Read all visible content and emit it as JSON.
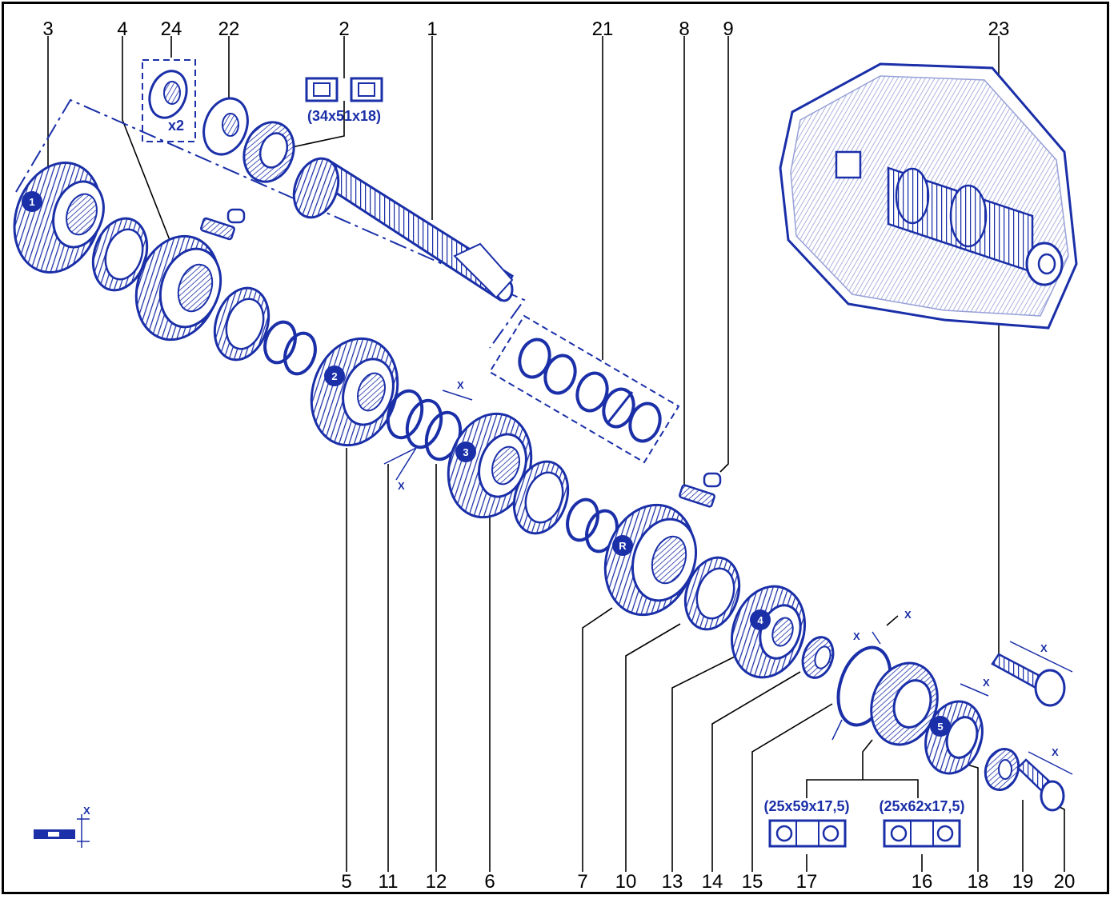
{
  "diagram": {
    "top_labels": [
      "3",
      "4",
      "24",
      "22",
      "2",
      "1",
      "21",
      "8",
      "9",
      "23"
    ],
    "bottom_labels": [
      "5",
      "11",
      "12",
      "6",
      "7",
      "10",
      "13",
      "14",
      "15",
      "17",
      "16",
      "18",
      "19",
      "20"
    ],
    "gear_markers": [
      "1",
      "2",
      "3",
      "R",
      "4",
      "5"
    ],
    "bearing_spec_top": "(34x51x18)",
    "bearing_spec_17": "(25x59x17,5)",
    "bearing_spec_16": "(25x62x17,5)",
    "qty_24": "x2",
    "dim_mark": "X",
    "colors": {
      "ink": "#1a2fa8",
      "leader": "#000000"
    }
  }
}
